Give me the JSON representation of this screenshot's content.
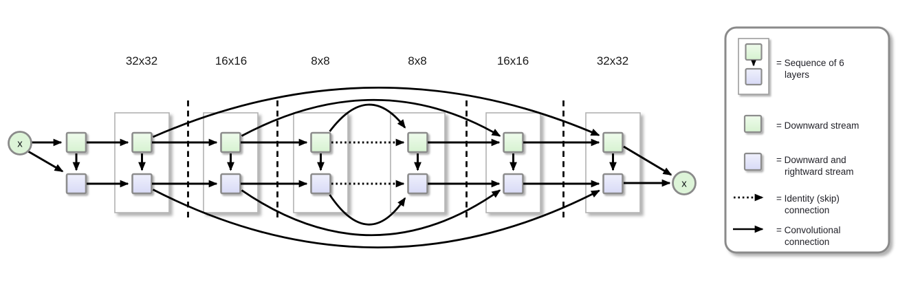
{
  "diagram": {
    "input_label": "x",
    "output_label": "x",
    "column_labels": [
      "32x32",
      "16x16",
      "8x8",
      "8x8",
      "16x16",
      "32x32"
    ],
    "colors": {
      "green_light": "#effbec",
      "green": "#d6f2d0",
      "purple_light": "#eff0fc",
      "purple": "#d8daf6",
      "node_fill": "#ddf4d8",
      "node_border": "#8a8a8a",
      "square_border": "#8c8c8c",
      "arrow": "#000000"
    }
  },
  "legend": {
    "items": [
      {
        "symbol": "sequence-box-icon",
        "line1": "= Sequence of 6",
        "line2": "layers"
      },
      {
        "symbol": "green-square-icon",
        "line1": "= Downward stream",
        "line2": ""
      },
      {
        "symbol": "purple-square-icon",
        "line1": "= Downward and",
        "line2": "rightward stream"
      },
      {
        "symbol": "dotted-arrow-icon",
        "line1": "= Identity (skip)",
        "line2": "connection"
      },
      {
        "symbol": "solid-arrow-icon",
        "line1": "= Convolutional",
        "line2": "connection"
      }
    ]
  }
}
